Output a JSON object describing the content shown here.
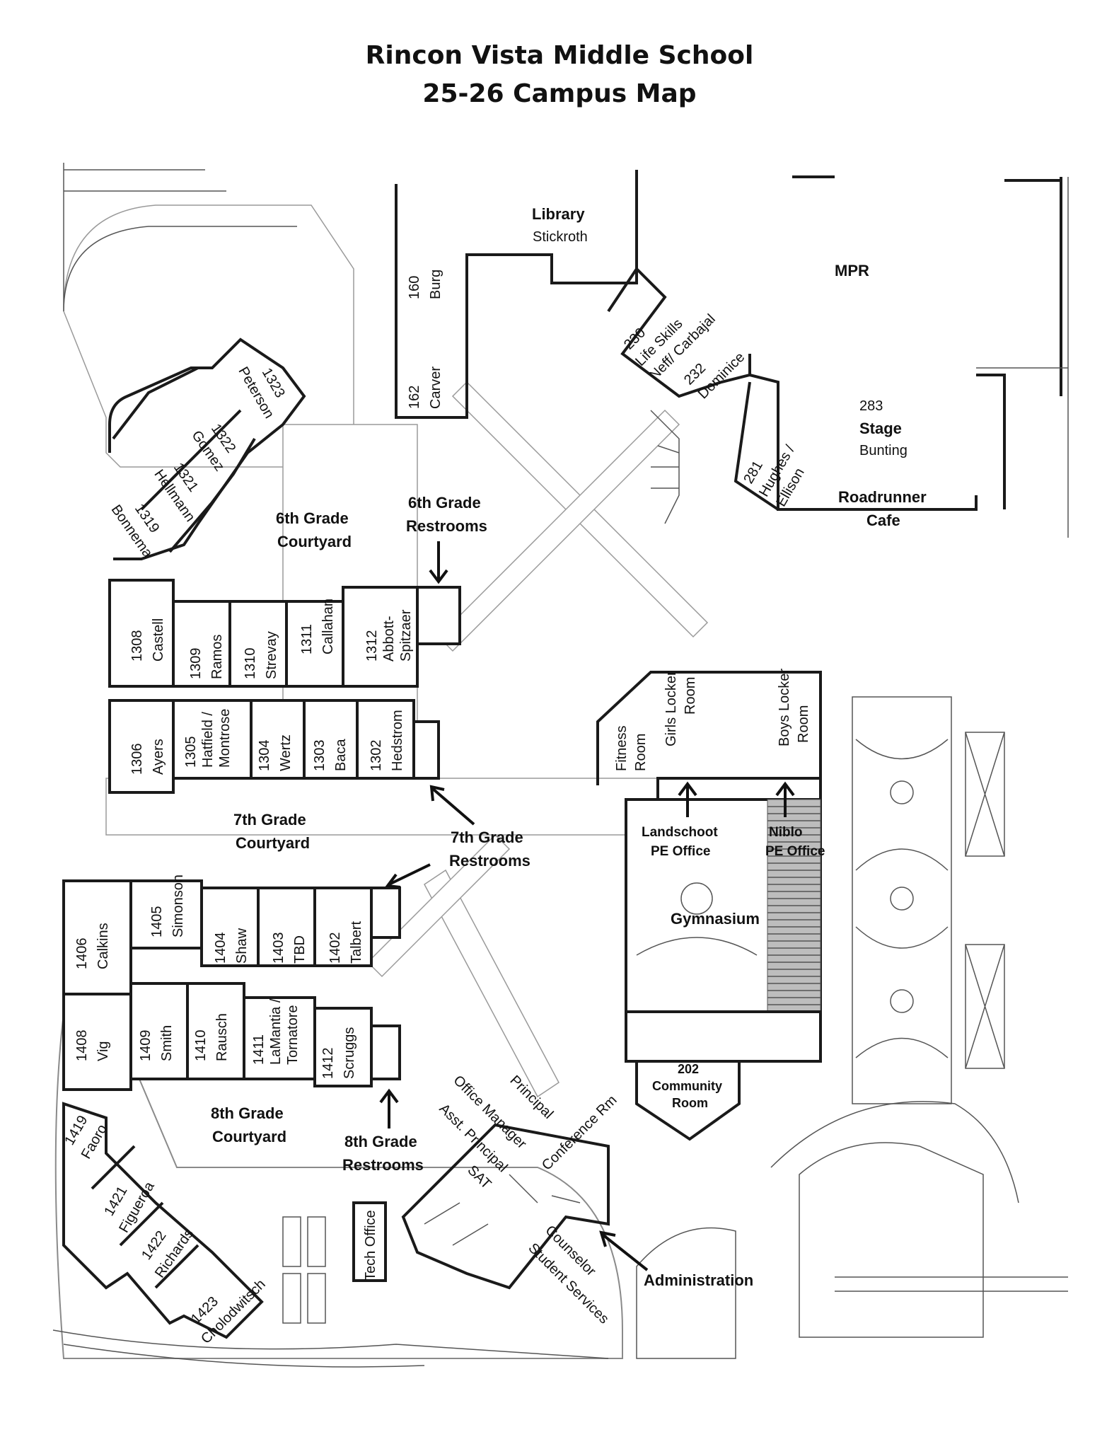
{
  "title": {
    "line1": "Rincon Vista Middle School",
    "line2": "25-26 Campus Map"
  },
  "areas": {
    "library": {
      "name": "Library",
      "teacher": "Stickroth"
    },
    "mpr": "MPR",
    "stage": {
      "room": "283",
      "name": "Stage",
      "teacher": "Bunting"
    },
    "cafe": {
      "line1": "Roadrunner",
      "line2": "Cafe"
    },
    "gym": "Gymnasium",
    "community": {
      "line1": "202",
      "line2": "Community",
      "line3": "Room"
    },
    "administration": "Administration",
    "courtyard6": {
      "line1": "6th Grade",
      "line2": "Courtyard"
    },
    "courtyard7": {
      "line1": "7th Grade",
      "line2": "Courtyard"
    },
    "courtyard8": {
      "line1": "8th Grade",
      "line2": "Courtyard"
    },
    "restrooms6": {
      "line1": "6th Grade",
      "line2": "Restrooms"
    },
    "restrooms7": {
      "line1": "7th Grade",
      "line2": "Restrooms"
    },
    "restrooms8": {
      "line1": "8th Grade",
      "line2": "Restrooms"
    },
    "landschoot": {
      "line1": "Landschoot",
      "line2": "PE Office"
    },
    "niblo": {
      "line1": "Niblo",
      "line2": "PE Office"
    },
    "fitness": {
      "line1": "Fitness",
      "line2": "Room"
    },
    "girls_locker": {
      "line1": "Girls Locker",
      "line2": "Room"
    },
    "boys_locker": {
      "line1": "Boys Locker",
      "line2": "Room"
    }
  },
  "rooms": {
    "r160": {
      "num": "160",
      "teacher": "Burg"
    },
    "r162": {
      "num": "162",
      "teacher": "Carver"
    },
    "r230": {
      "num": "230",
      "line1": "Life Skills",
      "line2": "Neff/ Carbajal"
    },
    "r232": {
      "num": "232",
      "teacher": "Dominice"
    },
    "r281": {
      "num": "281",
      "line1": "Hughes /",
      "line2": "Ellison"
    },
    "r1323": {
      "num": "1323",
      "teacher": "Peterson"
    },
    "r1322": {
      "num": "1322",
      "teacher": "Gomez"
    },
    "r1321": {
      "num": "1321",
      "teacher": "Hellmann"
    },
    "r1319": {
      "num": "1319",
      "teacher": "Bonnema"
    },
    "r1308": {
      "num": "1308",
      "teacher": "Castell"
    },
    "r1309": {
      "num": "1309",
      "teacher": "Ramos"
    },
    "r1310": {
      "num": "1310",
      "teacher": "Strevay"
    },
    "r1311": {
      "num": "1311",
      "teacher": "Callahan"
    },
    "r1312": {
      "num": "1312",
      "line1": "Abbott-",
      "line2": "Spitzaer"
    },
    "r1306": {
      "num": "1306",
      "teacher": "Ayers"
    },
    "r1305": {
      "num": "1305",
      "line1": "Hatfield /",
      "line2": "Montrose"
    },
    "r1304": {
      "num": "1304",
      "teacher": "Wertz"
    },
    "r1303": {
      "num": "1303",
      "teacher": "Baca"
    },
    "r1302": {
      "num": "1302",
      "teacher": "Hedstrom"
    },
    "r1406": {
      "num": "1406",
      "teacher": "Calkins"
    },
    "r1405": {
      "num": "1405",
      "teacher": "Simonson"
    },
    "r1404": {
      "num": "1404",
      "teacher": "Shaw"
    },
    "r1403": {
      "num": "1403",
      "teacher": "TBD"
    },
    "r1402": {
      "num": "1402",
      "teacher": "Talbert"
    },
    "r1408": {
      "num": "1408",
      "teacher": "Vig"
    },
    "r1409": {
      "num": "1409",
      "teacher": "Smith"
    },
    "r1410": {
      "num": "1410",
      "teacher": "Rausch"
    },
    "r1411": {
      "num": "1411",
      "line1": "LaMantia /",
      "line2": "Tornatore"
    },
    "r1412": {
      "num": "1412",
      "teacher": "Scruggs"
    },
    "r1419": {
      "num": "1419",
      "teacher": "Faoro"
    },
    "r1421": {
      "num": "1421",
      "teacher": "Figueroa"
    },
    "r1422": {
      "num": "1422",
      "teacher": "Richards"
    },
    "r1423": {
      "num": "1423",
      "teacher": "Cholodwitsch"
    }
  },
  "admin": {
    "office_manager": "Office Manager",
    "principal": "Principal",
    "asst_principal": "Asst. Principal",
    "conference": "Conference Rm",
    "sat": "SAT",
    "counselor": "Counselor",
    "student_services": "Student Services",
    "tech_office": "Tech Office"
  }
}
